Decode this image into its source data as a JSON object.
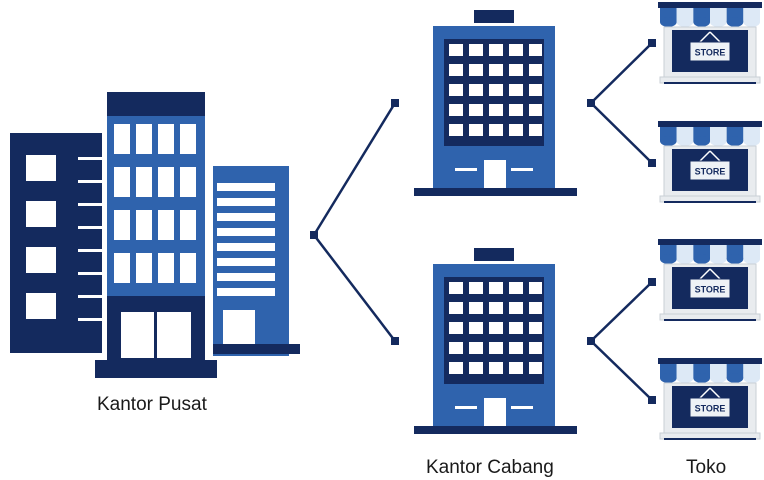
{
  "labels": {
    "head_office": "Kantor Pusat",
    "branch_office": "Kantor Cabang",
    "store": "Toko"
  },
  "store_sign": "STORE",
  "colors": {
    "navy": "#142a5e",
    "blue": "#2f63ad",
    "light_blue": "#dde9f6",
    "white": "#ffffff",
    "grey": "#e9ecef"
  }
}
